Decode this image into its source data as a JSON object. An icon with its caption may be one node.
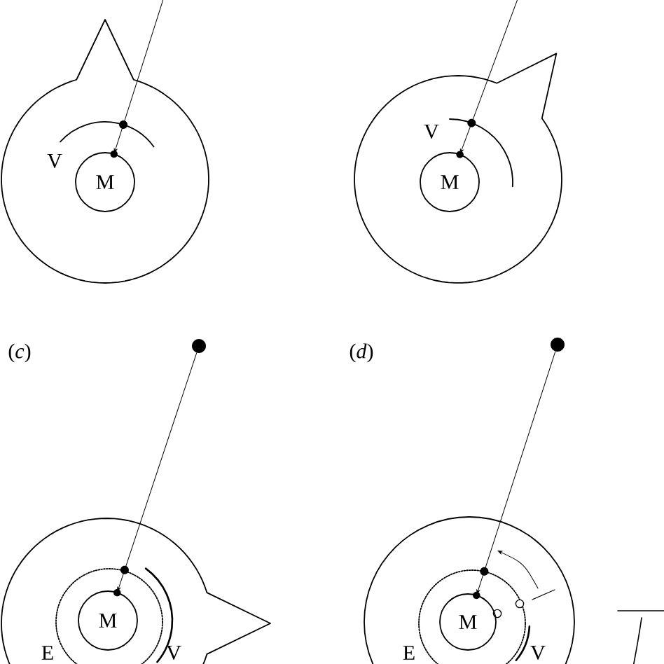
{
  "diagram": {
    "nodes": [
      {
        "text": [
          "M"
        ]
      },
      {
        "text": [
          "M"
        ]
      },
      {
        "text": [],
        "shape": "circle"
      },
      {
        "text": [
          "M"
        ]
      },
      {
        "text": [],
        "shape": "circle"
      },
      {
        "text": [
          "M"
        ]
      }
    ],
    "edges": [
      {
        "from": null,
        "to": 0,
        "arrow": "to"
      },
      {
        "from": null,
        "to": 1,
        "arrow": "to"
      },
      {
        "from": 2,
        "to": 3,
        "arrow": "to"
      },
      {
        "from": 4,
        "to": 5,
        "arrow": "to"
      }
    ],
    "labels": [
      "V",
      "V",
      "(*c*)",
      "(*d*)",
      "E",
      "V",
      "E",
      "V"
    ]
  }
}
